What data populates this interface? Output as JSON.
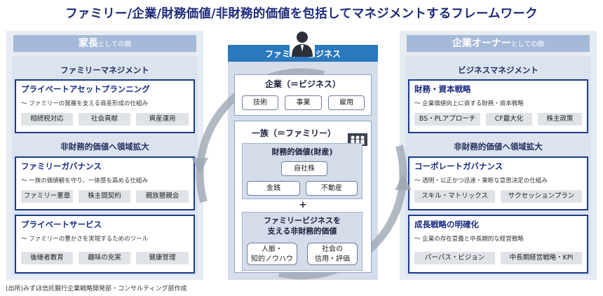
{
  "title": "ファミリー/企業/財務価値/非財務的価値を包括してマネジメントするフレームワーク",
  "left": {
    "header_main": "家長",
    "header_sub": "としての顔",
    "section_top": "ファミリーマネジメント",
    "section_mid": "非財務的価値へ領域拡大",
    "cards": [
      {
        "title": "プライベートアセットプランニング",
        "desc": "～ ファミリーの発展を支える資産形成の仕組み",
        "chips": [
          "相続税対応",
          "社会貢献",
          "資産運用"
        ]
      },
      {
        "title": "ファミリーガバナンス",
        "desc": "～ 一族の価値観を守り、一体感を高める仕組み",
        "chips": [
          "ファミリー憲章",
          "株主間契約",
          "親族懇親会"
        ]
      },
      {
        "title": "プライベートサービス",
        "desc": "～ ファミリーの豊かさを実現するためのツール",
        "chips": [
          "後継者教育",
          "趣味の充実",
          "健康管理"
        ]
      }
    ]
  },
  "right": {
    "header_main": "企業オーナー",
    "header_sub": "としての顔",
    "section_top": "ビジネスマネジメント",
    "section_mid": "非財務的価値へ領域拡大",
    "cards": [
      {
        "title": "財務・資本戦略",
        "desc": "～ 企業価値向上に資する財務・資本戦略",
        "chips": [
          "BS・PLアプローチ",
          "CF最大化",
          "株主政策"
        ]
      },
      {
        "title": "コーポレートガバナンス",
        "desc": "～ 透明・公正かつ迅速・果断な意思決定の仕組み",
        "chips": [
          "スキル・マトリックス",
          "サクセッションプラン"
        ]
      },
      {
        "title": "成長戦略の明確化",
        "desc": "～ 企業の存在意義と中長期的な経営戦略",
        "chips": [
          "パーパス・ビジョン",
          "中長期経営戦略・KPI"
        ]
      }
    ]
  },
  "center": {
    "header": "ファミリービジネス",
    "company_label": "企業（＝ビジネス）",
    "company_items": [
      "技術",
      "事業",
      "雇用"
    ],
    "family_label": "一族（＝ファミリー）",
    "financial_label": "財務的価値(財産)",
    "financial_items": [
      "自社株",
      "金銭",
      "不動産"
    ],
    "plus": "+",
    "nonfin_label_1": "ファミリービジネスを",
    "nonfin_label_2": "支える非財務的価値",
    "nonfin_items": [
      {
        "line1": "人脈・",
        "line2": "知的ノウハウ"
      },
      {
        "line1": "社会の",
        "line2": "信用・評価"
      }
    ]
  },
  "source": "(出所)みずほ信託銀行企業戦略開発部・コンサルティング部作成",
  "colors": {
    "title": "#1e2b78",
    "header_bar": "#a5b9d8",
    "card_border": "#1a3b8a",
    "center_header": "#2a79bd"
  }
}
